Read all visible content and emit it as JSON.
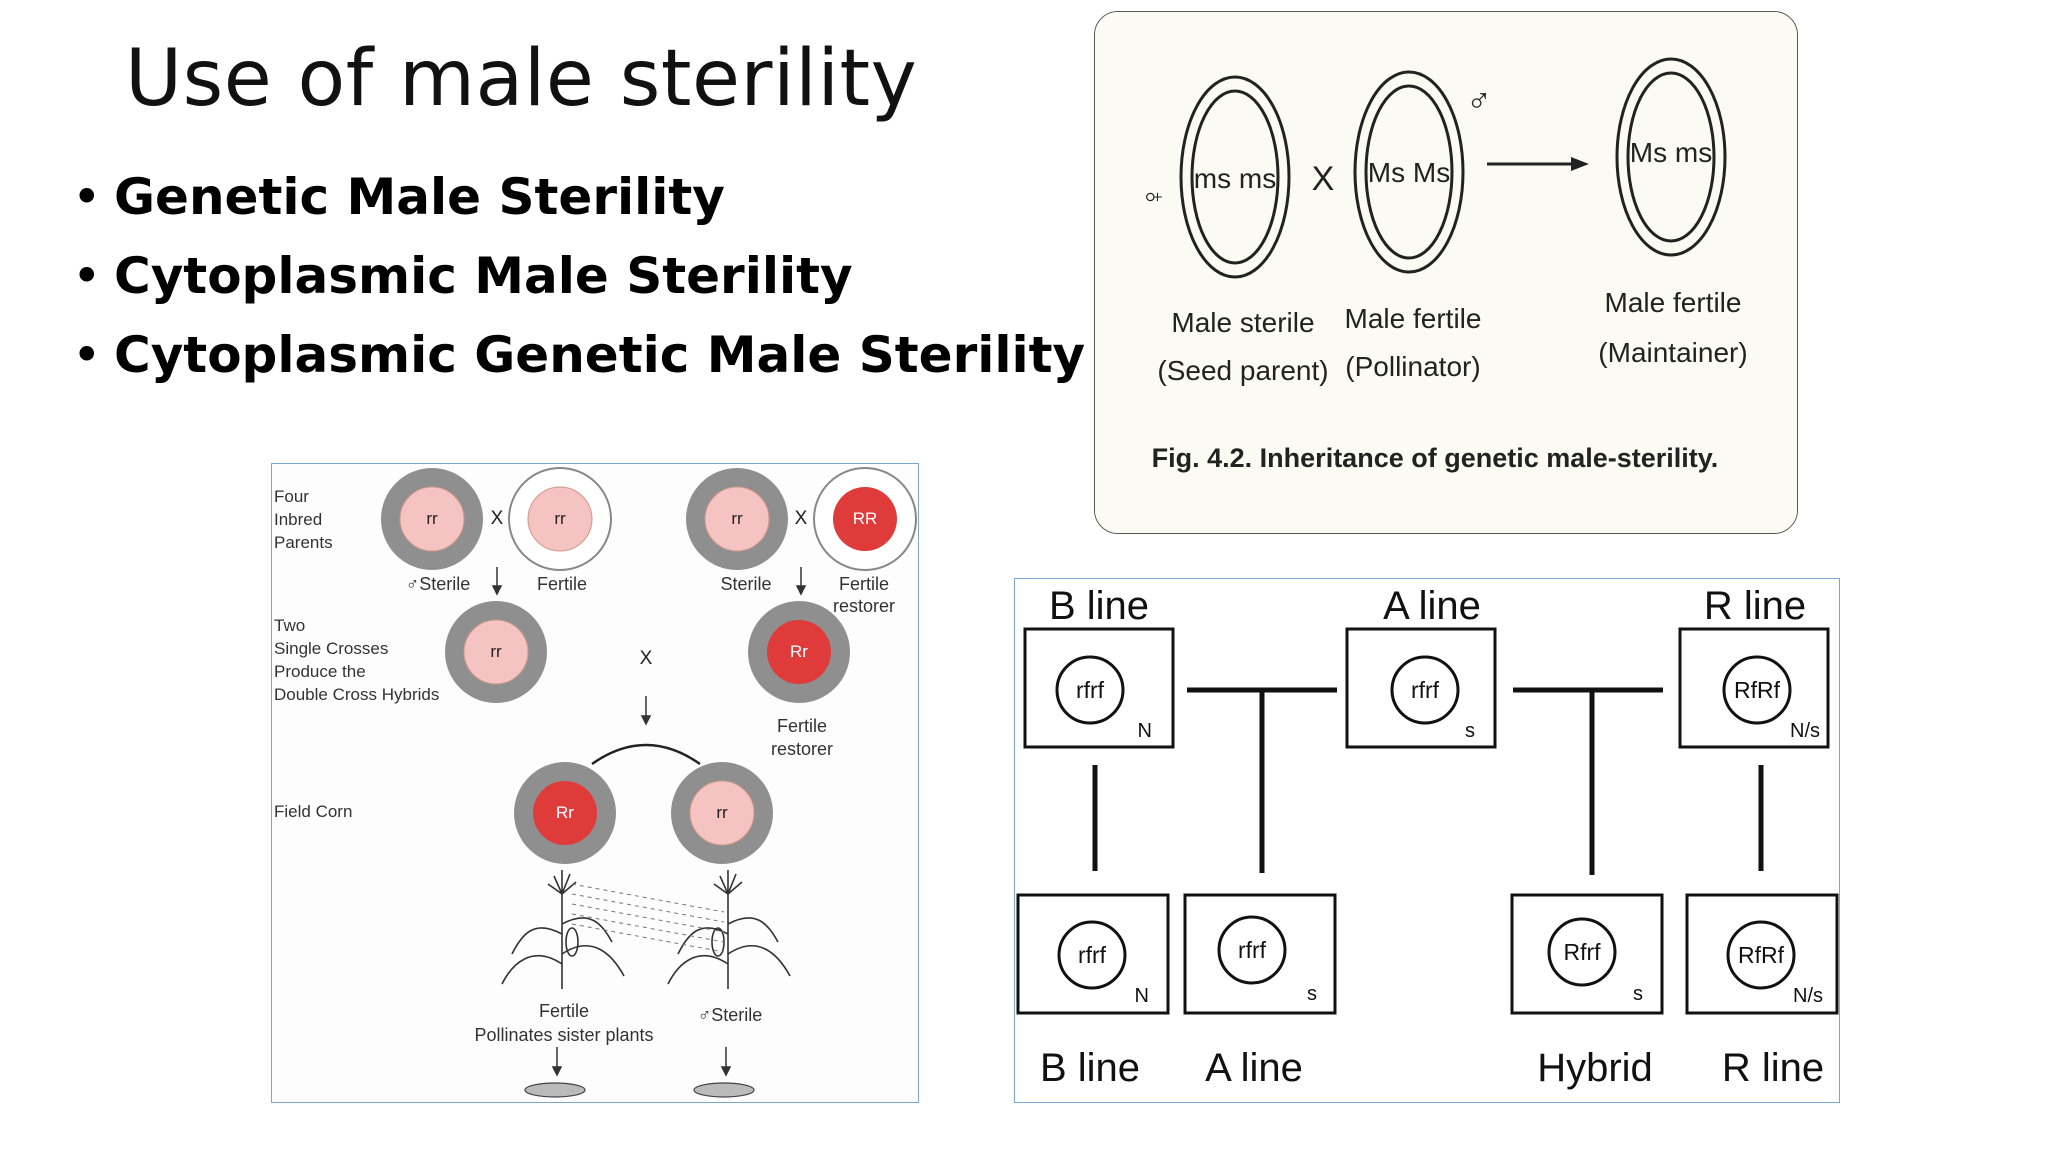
{
  "slide": {
    "title": "Use of male sterility",
    "bullets": [
      "Genetic Male Sterility",
      "Cytoplasmic Male Sterility",
      "Cytoplasmic Genetic Male Sterility"
    ]
  },
  "genetic_fig": {
    "female_symbol": "♀",
    "male_symbol": "♂",
    "cross_symbol": "X",
    "parent1": {
      "genotype": "ms ms",
      "label": "Male sterile",
      "sublabel": "(Seed parent)"
    },
    "parent2": {
      "genotype": "Ms Ms",
      "label": "Male fertile",
      "sublabel": "(Pollinator)"
    },
    "offspring": {
      "genotype": "Ms ms",
      "label": "Male fertile",
      "sublabel": "(Maintainer)"
    },
    "caption": "Fig. 4.2. Inheritance of genetic male-sterility."
  },
  "corn_fig": {
    "row1_label": [
      "Four",
      "Inbred",
      "Parents"
    ],
    "row2_label": [
      "Two",
      "Single Crosses",
      "Produce the",
      "Double Cross Hybrids"
    ],
    "row3_label": "Field Corn",
    "cross_symbol": "X",
    "parents": [
      {
        "genotype": "rr",
        "label": "♂Sterile",
        "sterile": true
      },
      {
        "genotype": "rr",
        "label": "Fertile",
        "sterile": false
      },
      {
        "genotype": "rr",
        "label": "Sterile",
        "sterile": true
      },
      {
        "genotype": "RR",
        "label": [
          "Fertile",
          "restorer"
        ],
        "sterile": false,
        "restorer": true
      }
    ],
    "single_crosses": [
      {
        "genotype": "rr"
      },
      {
        "genotype": "Rr",
        "label": [
          "Fertile",
          "restorer"
        ]
      }
    ],
    "field_corn": [
      {
        "genotype": "Rr"
      },
      {
        "genotype": "rr"
      }
    ],
    "plants": [
      {
        "label": [
          "Fertile",
          "Pollinates sister plants"
        ]
      },
      {
        "label": "♂Sterile"
      }
    ],
    "colors": {
      "sterile_ring": "#8f8f8f",
      "light_core": "#f6c3c3",
      "restorer_core": "#e03b3b"
    }
  },
  "cms_fig": {
    "top_headers": [
      "B line",
      "A line",
      "R line"
    ],
    "bottom_headers": [
      "B line",
      "A line",
      "Hybrid",
      "R line"
    ],
    "top_boxes": [
      {
        "genotype": "rfrf",
        "cytoplasm": "N"
      },
      {
        "genotype": "rfrf",
        "cytoplasm": "s"
      },
      {
        "genotype": "RfRf",
        "cytoplasm": "N/s"
      }
    ],
    "bottom_boxes": [
      {
        "genotype": "rfrf",
        "cytoplasm": "N"
      },
      {
        "genotype": "rfrf",
        "cytoplasm": "s"
      },
      {
        "genotype": "Rfrf",
        "cytoplasm": "s"
      },
      {
        "genotype": "RfRf",
        "cytoplasm": "N/s"
      }
    ]
  }
}
